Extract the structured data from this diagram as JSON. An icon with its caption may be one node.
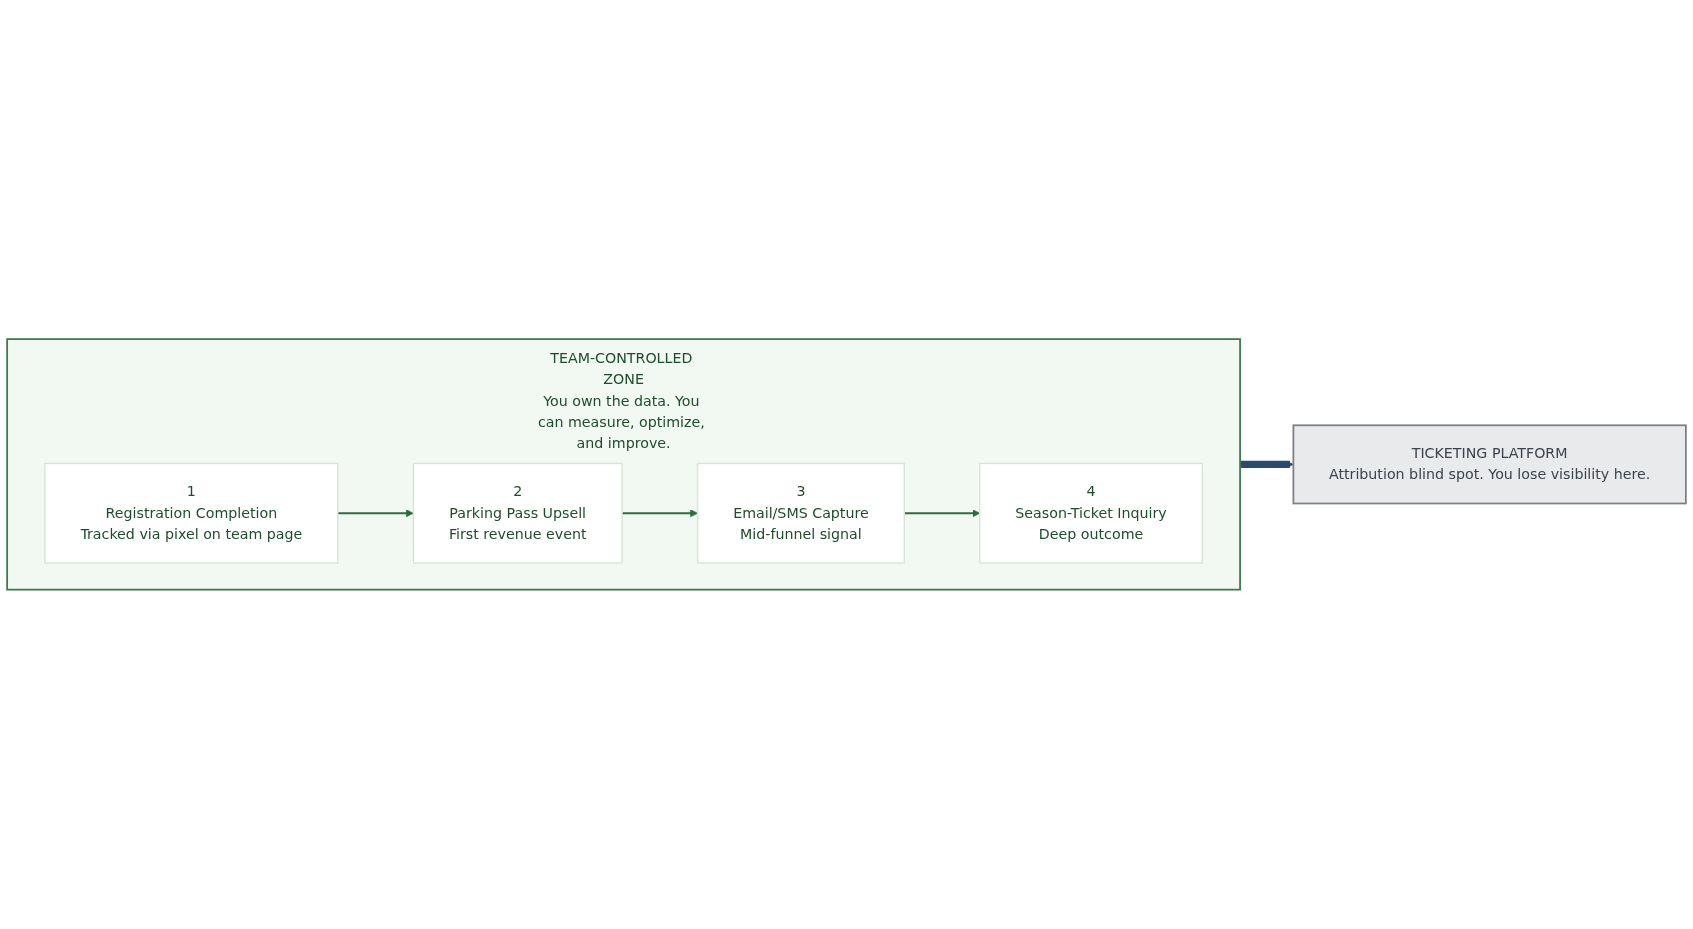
{
  "diagram": {
    "nodes": [
      {
        "text": [
          "TEAM-CONTROLLED ZONE",
          "You own the data. You can measure, optimize, and improve."
        ]
      },
      {
        "text": [
          "1",
          "Registration Completion",
          "Tracked via pixel on team page"
        ],
        "in": 0
      },
      {
        "text": [
          "2",
          "Parking Pass Upsell",
          "First revenue event"
        ],
        "in": 0
      },
      {
        "text": [
          "3",
          "Email/SMS Capture",
          "Mid-funnel signal"
        ],
        "in": 0
      },
      {
        "text": [
          "4",
          "Season-Ticket Inquiry",
          "Deep outcome"
        ],
        "in": 0
      },
      {
        "text": [
          "TICKETING PLATFORM",
          "Attribution blind spot. You lose visibility here."
        ]
      }
    ],
    "edges": [
      {
        "from": 1,
        "to": 2,
        "arrow": "to"
      },
      {
        "from": 2,
        "to": 3,
        "arrow": "to"
      },
      {
        "from": 3,
        "to": 4,
        "arrow": "to"
      },
      {
        "from": 0,
        "to": 5,
        "arrow": "to",
        "style": "thick",
        "color": "#2c4a6b"
      }
    ]
  }
}
